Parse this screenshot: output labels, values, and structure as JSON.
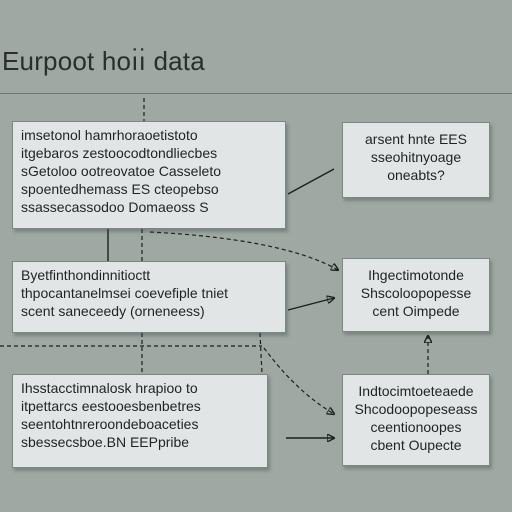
{
  "title": "Eurpoot hoı̇ı̇ data",
  "boxes": {
    "l1": {
      "lines": [
        "imsetonol hamrhoraoetistoto",
        "itgebaros zestoocodtondliecbes",
        "sGetoloo ootreovatoe Casseleto",
        "spoentedhemass ES cteopebso",
        "ssassecassodoo Domaeoss S"
      ]
    },
    "l2": {
      "lines": [
        "Byetfinthondinnitioctt",
        "thpocantanelmsei coevefiple tniet",
        "scent saneceedy (orneneess)"
      ]
    },
    "l3": {
      "lines": [
        "Ihsstacctimnalosk hrapioo to",
        "itpettarcs eestooesbenbetres",
        "seentohtnreroondeboaceties",
        "sbessecsboe.BN EEPpribe"
      ]
    },
    "r1": {
      "lines": [
        "arsent hnte EES",
        "sseohitnyoage",
        "oneabts?"
      ]
    },
    "r2": {
      "lines": [
        "Ihgectimotonde",
        "Shscoloopopesse",
        "cent Oimpede"
      ]
    },
    "r3": {
      "lines": [
        "Indtocimtoeteaede",
        "Shcodoopopeseass",
        "ceentionoopes",
        "cbent Oupecte"
      ]
    }
  }
}
